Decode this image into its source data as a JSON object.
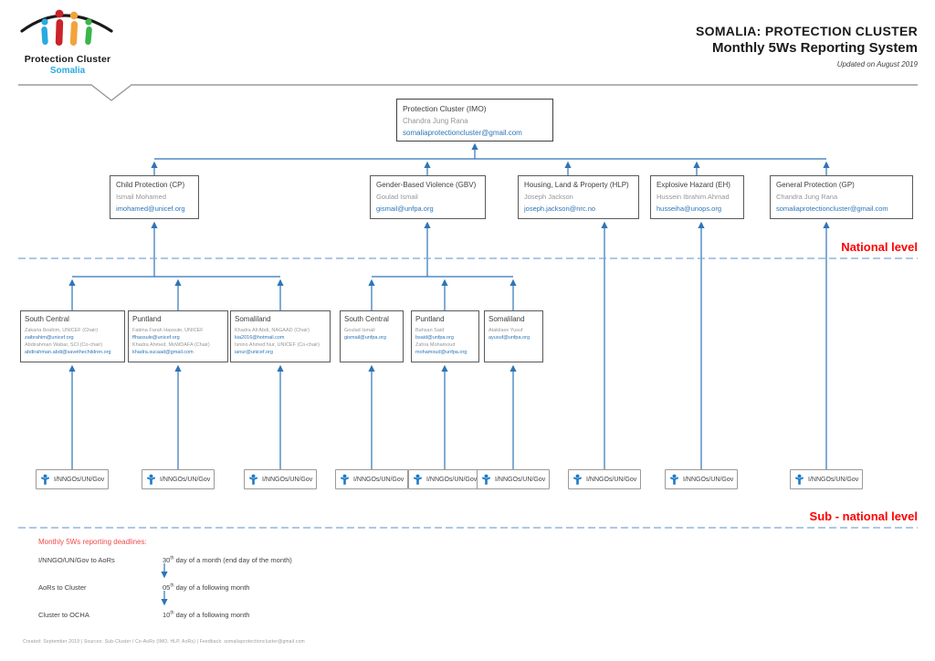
{
  "header": {
    "logo_title": "Protection Cluster",
    "logo_subtitle": "Somalia",
    "title_line1": "SOMALIA: PROTECTION CLUSTER",
    "title_line2": "Monthly 5Ws Reporting System",
    "updated": "Updated on August 2019"
  },
  "imo": {
    "title": "Protection Cluster (IMO)",
    "name": "Chandra Jung Rana",
    "email": "somaliaprotectioncluster@gmail.com"
  },
  "aors": [
    {
      "title": "Child Protection (CP)",
      "name": "Ismail Mohamed",
      "email": "imohamed@unicef.org"
    },
    {
      "title": "Gender-Based Violence (GBV)",
      "name": "Goulad Ismail",
      "email": "gismail@unfpa.org"
    },
    {
      "title": "Housing, Land & Property (HLP)",
      "name": "Joseph Jackson",
      "email": "joseph.jackson@nrc.no"
    },
    {
      "title": "Explosive Hazard (EH)",
      "name": "Hussein Ibrahim Ahmad",
      "email": "husseiha@unops.org"
    },
    {
      "title": "General Protection (GP)",
      "name": "Chandra Jung Rana",
      "email": "somaliaprotectioncluster@gmail.com"
    }
  ],
  "regions": [
    {
      "title": "South Central",
      "contacts": [
        {
          "n": "Zakaria Ibrahim, UNICEF (Chair)",
          "e": "zaibrahim@unicef.org"
        },
        {
          "n": "Abdirahman Wabar, SCI (Co-chair)",
          "e": "abdirahman.abdi@savethechildren.org"
        }
      ]
    },
    {
      "title": "Puntland",
      "contacts": [
        {
          "n": "Fatima Farah Hassule, UNICEF",
          "e": "ffhassule@unicef.org"
        },
        {
          "n": "Khadra Ahmed, MoWDAFA (Chair)",
          "e": "khadra.sucaad@gmail.com"
        }
      ]
    },
    {
      "title": "Somaliland",
      "contacts": [
        {
          "n": "Khadra Ali Abdi, NAGAAD (Chair)",
          "e": "kia2016@hotmail.com"
        },
        {
          "n": "Isnino Ahmed Nur, UNICEF (Co-chair)",
          "e": "ianur@unicef.org"
        }
      ]
    },
    {
      "title": "South Central",
      "contacts": [
        {
          "n": "Goulad Ismail",
          "e": "gismail@unfpa.org"
        }
      ]
    },
    {
      "title": "Puntland",
      "contacts": [
        {
          "n": "Bahsan Said",
          "e": "bsaid@unfpa.org"
        },
        {
          "n": "Zahra Mohamoud",
          "e": "mohamoud@unfpa.org"
        }
      ]
    },
    {
      "title": "Somaliland",
      "contacts": [
        {
          "n": "Atakilase Yusuf",
          "e": "ayusuf@unfpa.org"
        }
      ]
    }
  ],
  "partner_label": "I/NNGOs/UN/Gov",
  "levels": {
    "national": "National level",
    "sub_national": "Sub - national level"
  },
  "deadlines": {
    "title": "Monthly 5Ws reporting deadlines:",
    "rows": [
      {
        "from": "I/NNGO/UN/Gov to AoRs",
        "num": "30",
        "sup": "th",
        "rest": " day of a month (end day of the month)"
      },
      {
        "from": "AoRs to Cluster",
        "num": "05",
        "sup": "th",
        "rest": " day of a following month"
      },
      {
        "from": "Cluster to OCHA",
        "num": "10",
        "sup": "th",
        "rest": " day of a following month"
      }
    ]
  },
  "footer": "Created: September 2019  |  Sources: Sub-Cluster / Co-AoRs (IMO, HLP, AoRs)  |  Feedback: somaliaprotectioncluster@gmail.com",
  "colors": {
    "connector_blue": "#2E75B6",
    "link_blue": "#2E75B6",
    "level_red": "#FF0000",
    "deadline_red": "#F04B4B",
    "logo_blue": "#29ABE2",
    "logo_red": "#CC2229",
    "logo_orange": "#F2A33C",
    "logo_green": "#39B54A"
  }
}
